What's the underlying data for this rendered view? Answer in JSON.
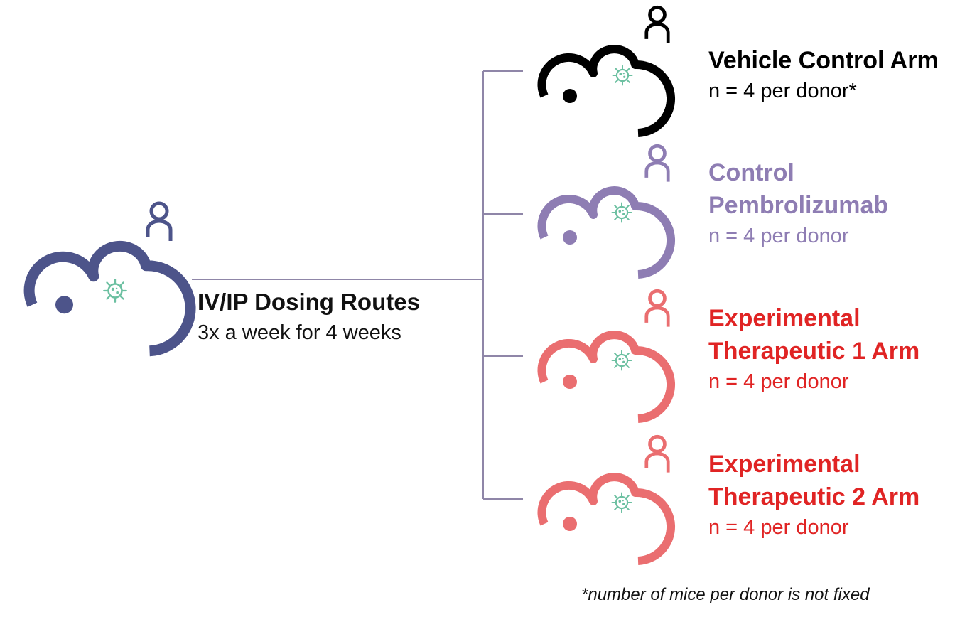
{
  "colors": {
    "source_mouse": "#4d548a",
    "connector": "#8f86a8",
    "virus": "#6cc0a1",
    "vehicle": "#000000",
    "pembrolizumab": "#8e7db3",
    "experimental_icon": "#ea6e70",
    "experimental_text": "#e02424"
  },
  "icons": {
    "mouse": "mouse-icon",
    "person": "person-icon",
    "virus": "virus-icon"
  },
  "route": {
    "title": "IV/IP Dosing Routes",
    "schedule": "3x a week for 4 weeks"
  },
  "arms": [
    {
      "title_lines": [
        "Vehicle Control Arm"
      ],
      "count": "n = 4 per donor*",
      "text_color": "#000000",
      "icon_color": "#000000"
    },
    {
      "title_lines": [
        "Control",
        "Pembrolizumab"
      ],
      "count": "n = 4 per donor",
      "text_color": "#8e7db3",
      "icon_color": "#8e7db3"
    },
    {
      "title_lines": [
        "Experimental",
        "Therapeutic 1 Arm"
      ],
      "count": "n = 4 per donor",
      "text_color": "#e02424",
      "icon_color": "#ea6e70"
    },
    {
      "title_lines": [
        "Experimental",
        "Therapeutic 2 Arm"
      ],
      "count": "n = 4 per donor",
      "text_color": "#e02424",
      "icon_color": "#ea6e70"
    }
  ],
  "footnote": "*number of mice per donor is not fixed"
}
